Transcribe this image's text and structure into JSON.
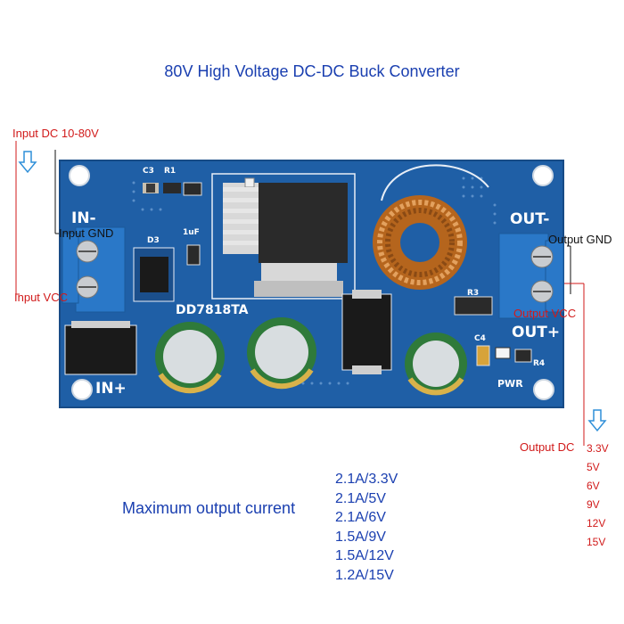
{
  "title": "80V High Voltage DC-DC Buck Converter",
  "input": {
    "range_label": "Input DC 10-80V",
    "gnd_label": "Input GND",
    "vcc_label": "Input VCC"
  },
  "output": {
    "gnd_label": "Output GND",
    "vcc_label": "Output VCC",
    "dc_label": "Output DC",
    "voltages": [
      "3.3V",
      "5V",
      "6V",
      "9V",
      "12V",
      "15V"
    ]
  },
  "board_markings": {
    "in_minus": "IN-",
    "in_plus": "IN+",
    "out_minus": "OUT-",
    "out_plus": "OUT+",
    "chip": "DD7818TA",
    "c3": "C3",
    "r1": "R1",
    "d3": "D3",
    "cap_1uf": "1uF",
    "r3": "R3",
    "c4": "C4",
    "r4": "R4",
    "pwr": "PWR"
  },
  "max_current": {
    "title": "Maximum output current",
    "items": [
      "2.1A/3.3V",
      "2.1A/5V",
      "2.1A/6V",
      "1.5A/9V",
      "1.5A/12V",
      "1.2A/15V"
    ]
  },
  "colors": {
    "title_blue": "#1a3fb0",
    "label_red": "#d11a1a",
    "pcb_blue": "#1f5fa6",
    "terminal_blue": "#2a78c8",
    "arrow_blue": "#2f8fd8"
  },
  "icons": [
    "down-arrow-icon",
    "down-arrow-icon"
  ]
}
